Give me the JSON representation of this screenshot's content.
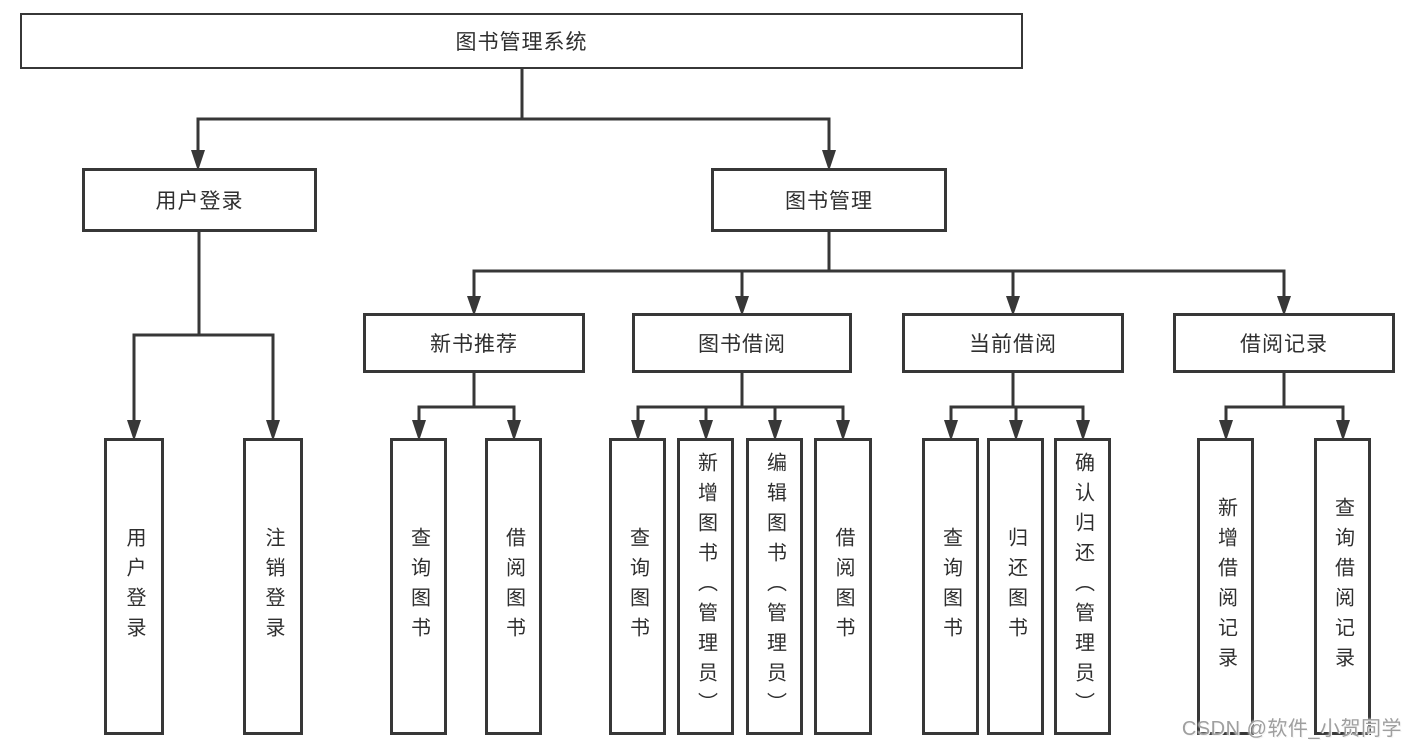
{
  "tree": {
    "root": {
      "label": "图书管理系统"
    },
    "branches": [
      {
        "label": "用户登录",
        "leaves": [
          {
            "label": "用户登录"
          },
          {
            "label": "注销登录"
          }
        ]
      },
      {
        "label": "图书管理",
        "groups": [
          {
            "label": "新书推荐",
            "leaves": [
              {
                "label": "查询图书"
              },
              {
                "label": "借阅图书"
              }
            ]
          },
          {
            "label": "图书借阅",
            "leaves": [
              {
                "label": "查询图书"
              },
              {
                "label": "新增图书（管理员）"
              },
              {
                "label": "编辑图书（管理员）"
              },
              {
                "label": "借阅图书"
              }
            ]
          },
          {
            "label": "当前借阅",
            "leaves": [
              {
                "label": "查询图书"
              },
              {
                "label": "归还图书"
              },
              {
                "label": "确认归还（管理员）"
              }
            ]
          },
          {
            "label": "借阅记录",
            "leaves": [
              {
                "label": "新增借阅记录"
              },
              {
                "label": "查询借阅记录"
              }
            ]
          }
        ]
      }
    ]
  },
  "watermark": {
    "text": "CSDN @软件_小贺同学"
  },
  "colors": {
    "box_border": "#373737",
    "connector": "#373737",
    "text": "#2f2f2f",
    "watermark_text": "#9f9f9f",
    "background": "#ffffff"
  }
}
